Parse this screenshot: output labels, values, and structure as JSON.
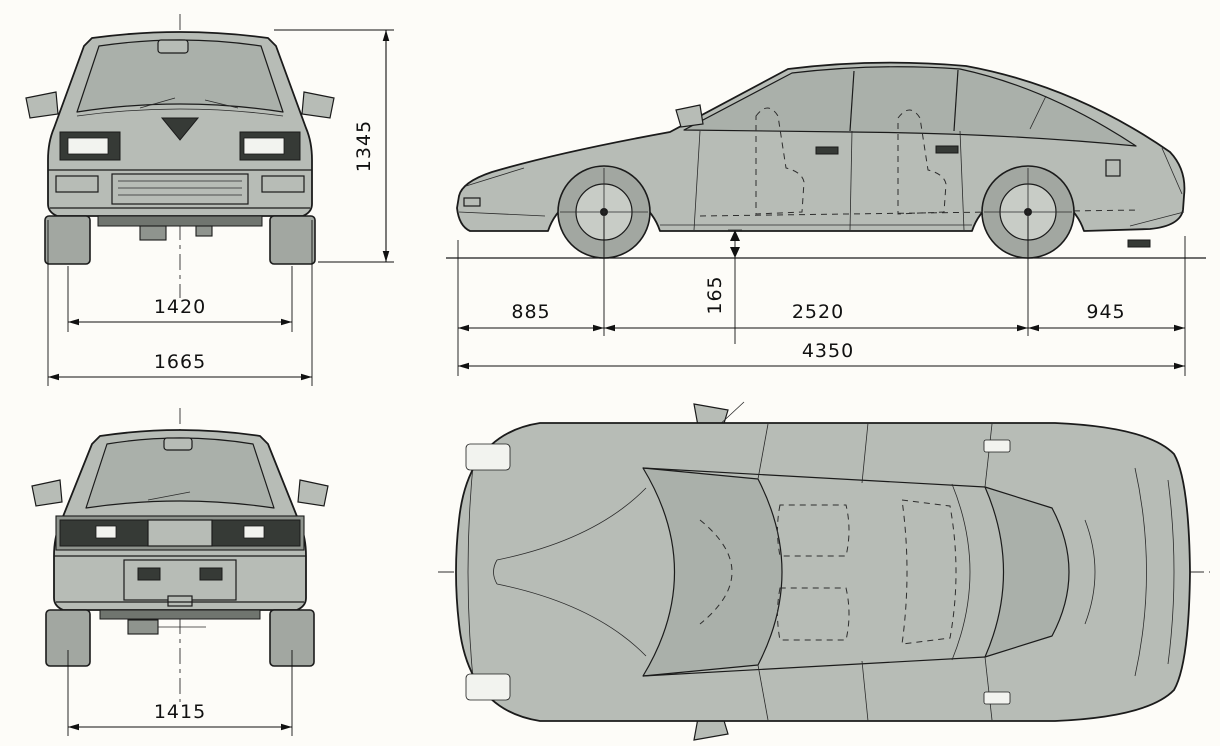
{
  "drawing": {
    "type": "car-blueprint-four-view",
    "views": [
      "front",
      "side",
      "rear",
      "top"
    ],
    "colors": {
      "line": "#1b1b1b",
      "body": "#b7bcb6",
      "glass": "#aab0aa",
      "background": "#fdfcf8"
    }
  },
  "dimensions": {
    "front_view": {
      "track_width": "1420",
      "overall_width": "1665",
      "overall_height": "1345"
    },
    "side_view": {
      "front_overhang": "885",
      "ground_clearance": "165",
      "wheelbase": "2520",
      "rear_overhang": "945",
      "overall_length": "4350"
    },
    "rear_view": {
      "track_width": "1415"
    }
  }
}
